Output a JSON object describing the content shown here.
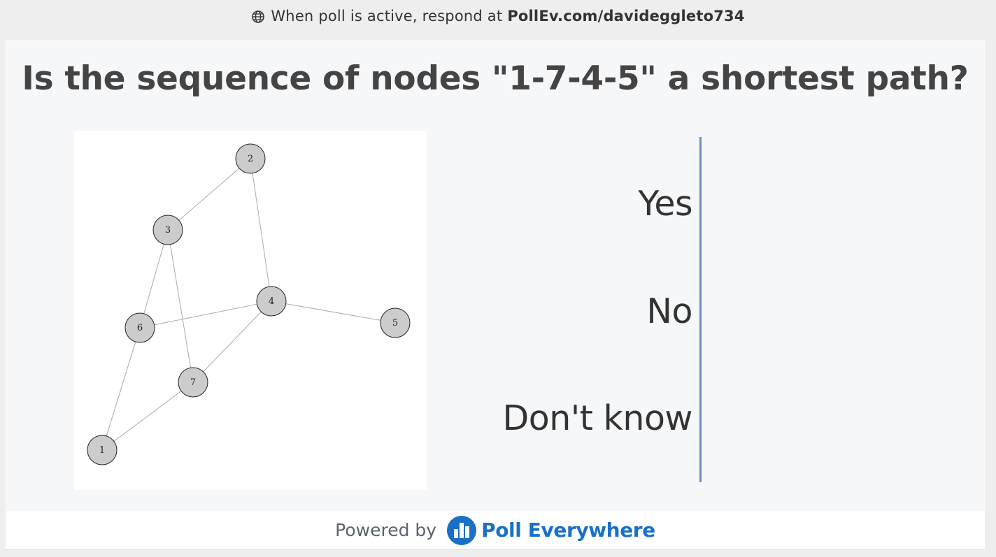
{
  "banner": {
    "prefix": "When poll is active, respond at",
    "url": "PollEv.com/davideggleto734",
    "icon": "globe-icon"
  },
  "question": {
    "title": "Is the sequence of nodes \"1-7-4-5\" a shortest path?"
  },
  "graph": {
    "nodes": [
      "1",
      "2",
      "3",
      "4",
      "5",
      "6",
      "7"
    ],
    "edges": [
      [
        "2",
        "3"
      ],
      [
        "2",
        "4"
      ],
      [
        "3",
        "6"
      ],
      [
        "3",
        "7"
      ],
      [
        "6",
        "4"
      ],
      [
        "6",
        "1"
      ],
      [
        "7",
        "4"
      ],
      [
        "7",
        "1"
      ],
      [
        "4",
        "5"
      ]
    ],
    "node_fill": "#cccccc",
    "edge_color": "#aaaaaa"
  },
  "options": {
    "yes": "Yes",
    "no": "No",
    "dont_know": "Don't know"
  },
  "colors": {
    "axis": "#6890c4",
    "brand": "#1a70c8"
  },
  "footer": {
    "powered_by": "Powered by",
    "brand": "Poll Everywhere",
    "logo_icon": "poll-everywhere-logo-icon"
  }
}
